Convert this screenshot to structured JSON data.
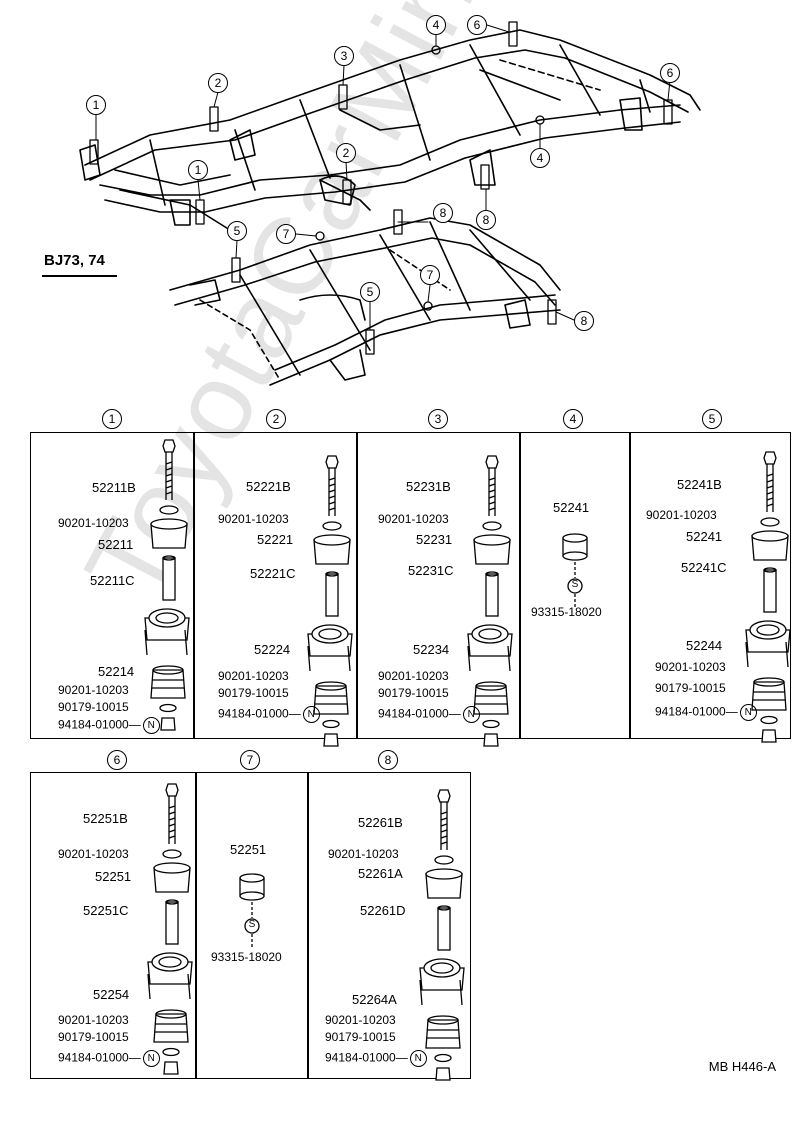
{
  "model_label": "BJ73, 74",
  "diagram_code": "MB  H446-A",
  "watermark": "ToyotaCarMine.ru",
  "frame_callouts": [
    {
      "n": "1"
    },
    {
      "n": "2"
    },
    {
      "n": "3"
    },
    {
      "n": "4"
    },
    {
      "n": "6"
    },
    {
      "n": "6"
    },
    {
      "n": "1"
    },
    {
      "n": "2"
    },
    {
      "n": "4"
    },
    {
      "n": "8"
    },
    {
      "n": "5"
    },
    {
      "n": "7"
    },
    {
      "n": "8"
    },
    {
      "n": "7"
    },
    {
      "n": "5"
    },
    {
      "n": "8"
    }
  ],
  "sections": [
    {
      "n": "1",
      "parts": [
        "52211B",
        "90201-10203",
        "52211",
        "52211C",
        "52214",
        "90201-10203",
        "90179-10015",
        "94184-01000"
      ],
      "nut_mark": "N"
    },
    {
      "n": "2",
      "parts": [
        "52221B",
        "90201-10203",
        "52221",
        "52221C",
        "52224",
        "90201-10203",
        "90179-10015",
        "94184-01000"
      ],
      "nut_mark": "N"
    },
    {
      "n": "3",
      "parts": [
        "52231B",
        "90201-10203",
        "52231",
        "52231C",
        "52234",
        "90201-10203",
        "90179-10015",
        "94184-01000"
      ],
      "nut_mark": "N"
    },
    {
      "n": "4",
      "parts": [
        "52241",
        "93315-18020"
      ],
      "mark": "S"
    },
    {
      "n": "5",
      "parts": [
        "52241B",
        "90201-10203",
        "52241",
        "52241C",
        "52244",
        "90201-10203",
        "90179-10015",
        "94184-01000"
      ],
      "nut_mark": "N"
    },
    {
      "n": "6",
      "parts": [
        "52251B",
        "90201-10203",
        "52251",
        "52251C",
        "52254",
        "90201-10203",
        "90179-10015",
        "94184-01000"
      ],
      "nut_mark": "N"
    },
    {
      "n": "7",
      "parts": [
        "52251",
        "93315-18020"
      ],
      "mark": "S"
    },
    {
      "n": "8",
      "parts": [
        "52261B",
        "90201-10203",
        "52261A",
        "52261D",
        "52264A",
        "90201-10203",
        "90179-10015",
        "94184-01000"
      ],
      "nut_mark": "N"
    }
  ]
}
